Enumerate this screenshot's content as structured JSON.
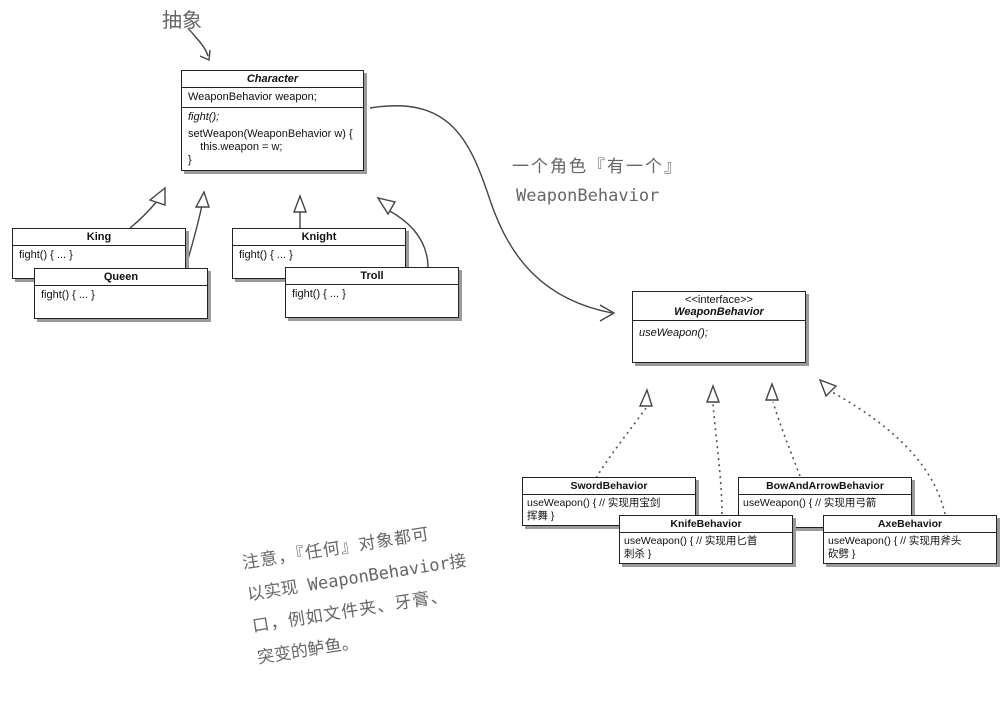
{
  "annotations": {
    "abstract": "抽象",
    "has_a_1": "一个角色『有一个』",
    "has_a_2": "WeaponBehavior",
    "note_1": "注意，『任何』对象都可",
    "note_2": "以实现 WeaponBehavior接",
    "note_3": "口，例如文件夹、牙膏、",
    "note_4": "突变的鲈鱼。"
  },
  "character": {
    "name": "Character",
    "field": "WeaponBehavior weapon;",
    "method_1": "fight();",
    "method_2": "setWeapon(WeaponBehavior w) {",
    "method_3": "    this.weapon = w;",
    "method_4": "}"
  },
  "king": {
    "name": "King",
    "method": "fight() { ... }"
  },
  "queen": {
    "name": "Queen",
    "method": "fight() { ... }"
  },
  "knight": {
    "name": "Knight",
    "method": "fight() { ... }"
  },
  "troll": {
    "name": "Troll",
    "method": "fight() { ... }"
  },
  "weapon_behavior": {
    "stereotype": "<<interface>>",
    "name": "WeaponBehavior",
    "method": "useWeapon();"
  },
  "sword": {
    "name": "SwordBehavior",
    "method_1": "useWeapon() { // 实现用宝剑",
    "method_2": "挥舞 }"
  },
  "bow": {
    "name": "BowAndArrowBehavior",
    "method_1": "useWeapon() { // 实现用弓箭"
  },
  "knife": {
    "name": "KnifeBehavior",
    "method_1": "useWeapon() { // 实现用匕首",
    "method_2": "刺杀 }"
  },
  "axe": {
    "name": "AxeBehavior",
    "method_1": "useWeapon() { // 实现用斧头",
    "method_2": "砍劈 }"
  }
}
